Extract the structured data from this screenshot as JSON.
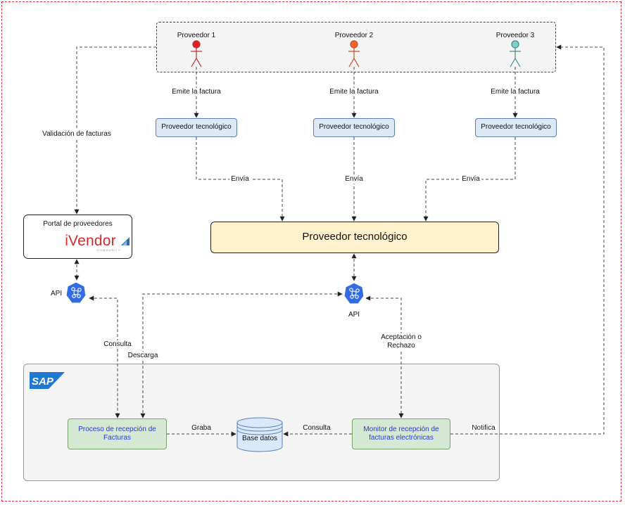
{
  "providers": [
    {
      "name": "Proveedor 1",
      "color": "#e31f26"
    },
    {
      "name": "Proveedor 2",
      "color": "#f2622d"
    },
    {
      "name": "Proveedor 3",
      "color": "#7fd0c9"
    }
  ],
  "edge_labels": {
    "emite": "Emite la factura",
    "envia": "Envía",
    "validacion": "Validación de facturas",
    "consulta_api": "Consulta",
    "descarga": "Descarga",
    "aceptacion": "Aceptación o Rechazo",
    "graba": "Graba",
    "consulta_db": "Consulta",
    "notifica": "Notifica"
  },
  "nodes": {
    "tech_small": "Proveedor tecnológico",
    "tech_main": "Proveedor tecnológico",
    "portal_label": "Portal de proveedores",
    "portal_logo": "iVendor",
    "portal_logo_sub": "COMMUNITY",
    "api_label": "API",
    "proceso": "Proceso de recepción de Facturas",
    "monitor": "Monitor de recepción de facturas electrónicas",
    "base_datos": "Base datos",
    "sap_logo": "SAP"
  },
  "colors": {
    "frame": "#d9313b",
    "tech_small_fill": "#dde8f6",
    "tech_main_fill": "#fff2cc",
    "green_fill": "#d5e8d4",
    "db_fill": "#dae8fc",
    "api_blue": "#326ce5",
    "sap_blue": "#1f78d1"
  }
}
